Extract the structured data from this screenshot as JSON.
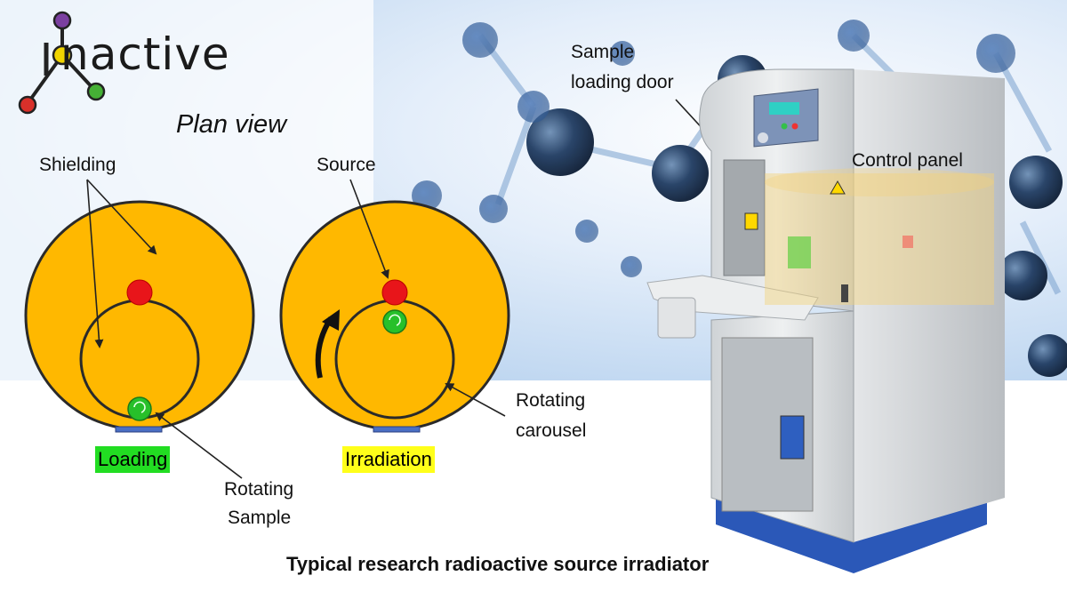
{
  "logo": {
    "text": "nactive"
  },
  "plan_view": "Plan view",
  "labels": {
    "shielding": "Shielding",
    "source": "Source",
    "sample_loading_door": [
      "Sample",
      "loading door"
    ],
    "control_panel": "Control panel",
    "rotating_carousel": [
      "Rotating",
      "carousel"
    ],
    "rotating_sample": [
      "Rotating",
      "Sample"
    ]
  },
  "modes": {
    "loading": "Loading",
    "irradiation": "Irradiation"
  },
  "colors": {
    "shielding": "#ffb800",
    "source": "#e8151a",
    "sample": "#27c02a",
    "loading_tag": "#22dd22",
    "irradiation_tag": "#ffff1a",
    "logo_dot_top": "#7b3fa0",
    "logo_dot_left": "#d9302a",
    "logo_dot_right": "#45b035",
    "logo_dot_center": "#f0d400",
    "base_blue": "#2b58b8"
  },
  "caption": "Typical research radioactive source irradiator"
}
